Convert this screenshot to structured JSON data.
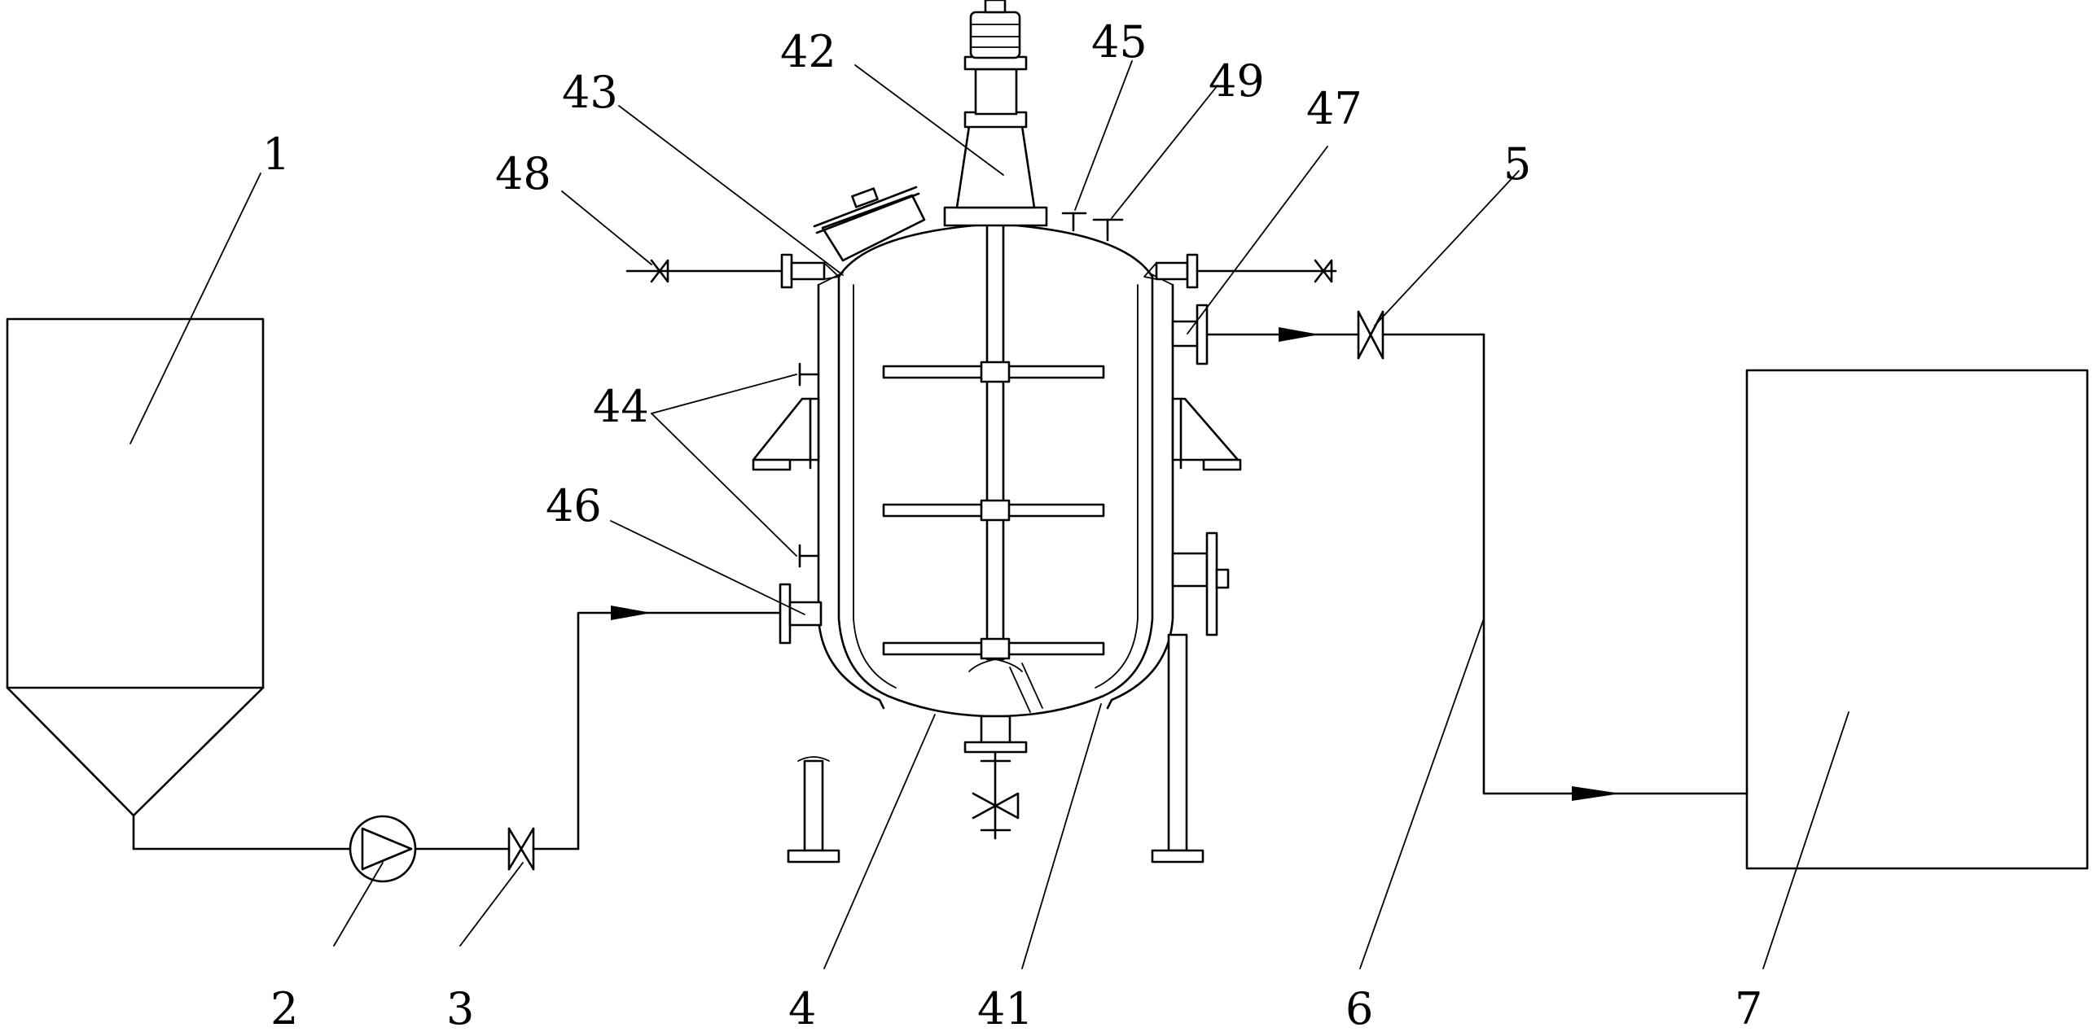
{
  "labels": {
    "l1": "1",
    "l2": "2",
    "l3": "3",
    "l4": "4",
    "l5": "5",
    "l6": "6",
    "l7": "7",
    "l41": "41",
    "l42": "42",
    "l43": "43",
    "l44": "44",
    "l45": "45",
    "l46": "46",
    "l47": "47",
    "l48": "48",
    "l49": "49"
  },
  "colors": {
    "line": "#000000",
    "background": "#ffffff"
  }
}
